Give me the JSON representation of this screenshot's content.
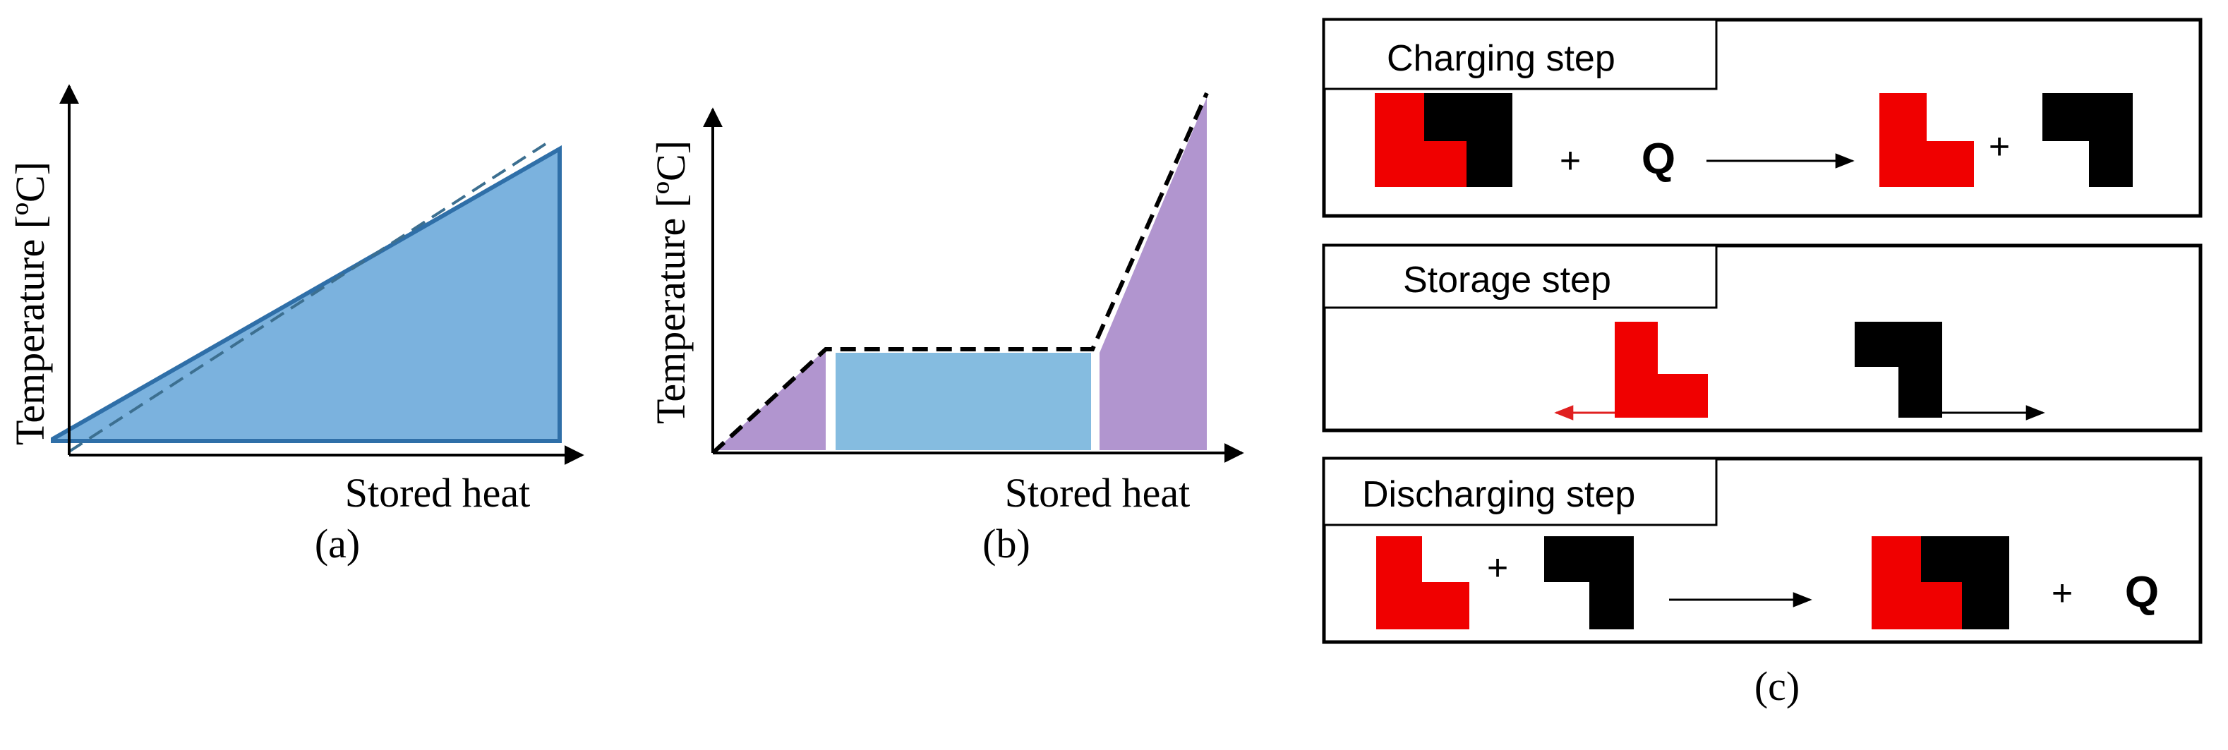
{
  "panel_a": {
    "y_label": "Temperature [ºC]",
    "x_label": "Stored heat",
    "caption": "(a)",
    "colors": {
      "fill": "#7BB2DE",
      "edge": "#2F6FA8",
      "dashed": "#3C6F90"
    }
  },
  "panel_b": {
    "y_label": "Temperature [ºC]",
    "x_label": "Stored heat",
    "caption": "(b)",
    "colors": {
      "sensible_fill": "#B195CF",
      "latent_fill": "#85BCE0",
      "dashed": "#000000"
    }
  },
  "panel_c": {
    "caption": "(c)",
    "steps": [
      {
        "title": "Charging step",
        "plus_1": "+",
        "q_1": "Q",
        "plus_2": "+"
      },
      {
        "title": "Storage step"
      },
      {
        "title": "Discharging step",
        "plus_1": "+",
        "plus_2": "+",
        "q_1": "Q"
      }
    ],
    "colors": {
      "red_piece": "#F00000",
      "black_piece": "#000000"
    }
  }
}
